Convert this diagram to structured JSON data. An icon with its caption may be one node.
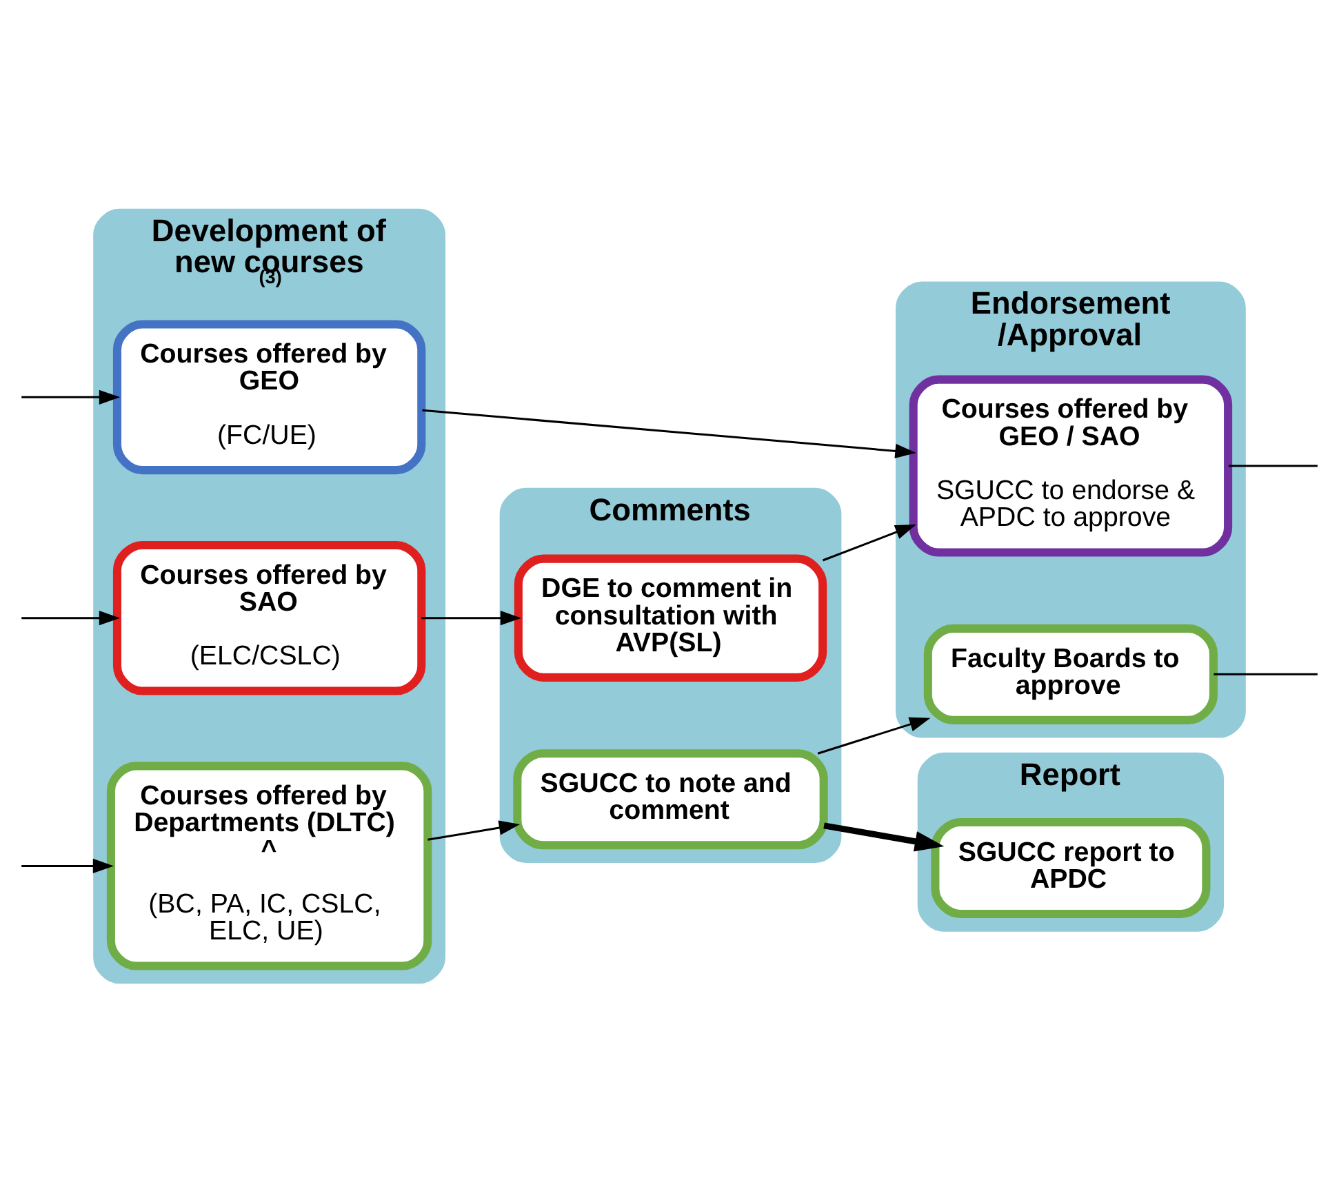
{
  "diagram": {
    "nodes": [
      {
        "text": [
          "Development of new courses $^{(3)}$"
        ]
      },
      {
        "text": [
          "Comments"
        ]
      },
      {
        "text": [
          "Endorsement /Approval"
        ]
      },
      {
        "text": [
          "Report"
        ]
      },
      {
        "text": [
          "Courses offered by GEO",
          "(FC/UE)"
        ],
        "in": 0
      },
      {
        "text": [
          "Courses offered by SAO",
          "(ELC/CSLC)"
        ],
        "in": 0
      },
      {
        "text": [
          "Courses offered by Departments (DLTC) ^",
          "(BC, PA, IC, CSLC, ELC, UE)"
        ],
        "in": 0
      },
      {
        "text": [
          "DGE to comment in consultation with AVP(SL)"
        ],
        "in": 1
      },
      {
        "text": [
          "SGUCC to note and comment"
        ],
        "in": 1
      },
      {
        "text": [
          "Courses offered by GEO / SAO",
          "SGUCC to endorse & APDC to approve"
        ],
        "in": 2
      },
      {
        "text": [
          "Faculty Boards to approve"
        ],
        "in": 2
      },
      {
        "text": [
          "SGUCC report to APDC"
        ],
        "in": 3
      }
    ],
    "edges": [
      {
        "from": null,
        "to": 4,
        "arrow": "to"
      },
      {
        "from": null,
        "to": 5,
        "arrow": "to"
      },
      {
        "from": null,
        "to": 6,
        "arrow": "to"
      },
      {
        "from": 4,
        "to": 9,
        "arrow": "to"
      },
      {
        "from": 5,
        "to": 7,
        "arrow": "to"
      },
      {
        "from": 7,
        "to": 9,
        "arrow": "to"
      },
      {
        "from": 6,
        "to": 8,
        "arrow": "to"
      },
      {
        "from": 8,
        "to": 11,
        "arrow": "to",
        "style": "thick"
      },
      {
        "from": 8,
        "to": 10,
        "arrow": "to"
      },
      {
        "from": 9,
        "to": null,
        "arrow": "none"
      },
      {
        "from": 10,
        "to": null,
        "arrow": "none"
      }
    ]
  }
}
